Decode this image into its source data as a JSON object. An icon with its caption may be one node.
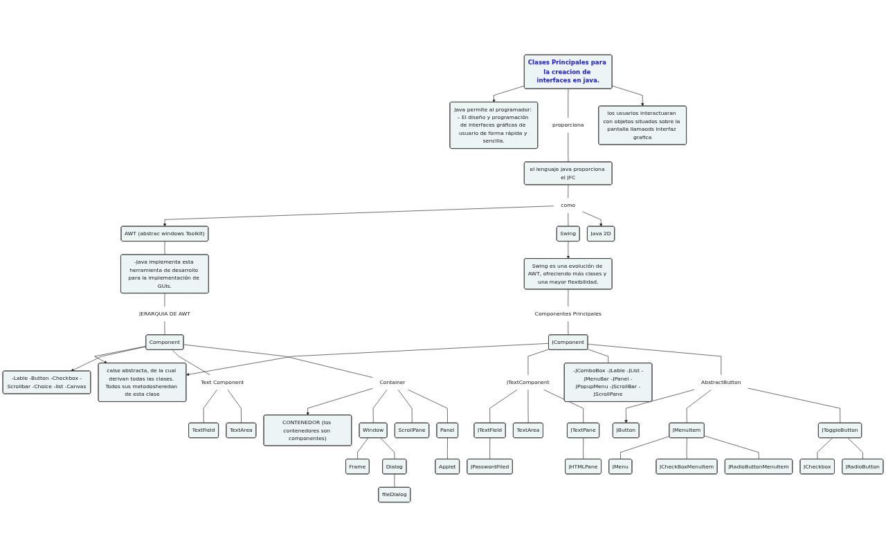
{
  "diagram": {
    "nodes": [
      {
        "text": [
          "Clases Principales para la creacion de interfaces en java."
        ]
      },
      {
        "text": [
          "Java permite al programador: – El diseño y programación de interfaces gráficas de usuario de forma rápida y sencilla."
        ]
      },
      {
        "text": [
          "proporciona"
        ]
      },
      {
        "text": [
          "los usuarios interactuaran con objetos situados sobre la pantalla llamaods interfaz grafica"
        ]
      },
      {
        "text": [
          "el lenguaje java proporciona el JFC"
        ]
      },
      {
        "text": [
          "como"
        ]
      },
      {
        "text": [
          "AWT (abstrac windows Toolkit)"
        ]
      },
      {
        "text": [
          "Swing"
        ]
      },
      {
        "text": [
          "Java 2D"
        ]
      },
      {
        "text": [
          "-Java implementa esta herramienta de desarrollo para la implementación de GUIs."
        ]
      },
      {
        "text": [
          "Swing es una evolución de AWT, ofreciendo más clases y una mayor flexibilidad."
        ]
      },
      {
        "text": [
          "Componentes Principales"
        ]
      },
      {
        "text": [
          "calse abstracta, de la cual derivan todas las clases. Todos sus metodosheredan de esta clase"
        ]
      },
      {
        "text": [
          "JERARQUIA DE AWT"
        ]
      },
      {
        "text": [
          "JComponent"
        ]
      },
      {
        "text": [
          "Component"
        ]
      },
      {
        "text": [
          "-Lable -Button -Checkbox -Scrollbar -Choice -list -Canvas"
        ]
      },
      {
        "text": [
          "JTextComponent"
        ]
      },
      {
        "text": [
          "AbstractButton"
        ]
      },
      {
        "text": [
          "JButton"
        ]
      },
      {
        "text": [
          "Text Component"
        ]
      },
      {
        "text": [
          "JMenuItem"
        ]
      },
      {
        "text": [
          "JToggleButton"
        ]
      },
      {
        "text": [
          "JTextField"
        ]
      },
      {
        "text": [
          "TextArea"
        ]
      },
      {
        "text": [
          "JTextPane"
        ]
      },
      {
        "text": [
          "-JComboBox -JLable -JList -JMenuBar -JPanel -JPopupMenu -JScrollBar -JScrollPane"
        ]
      },
      {
        "text": [
          "JMenu"
        ]
      },
      {
        "text": [
          "JCheckbox"
        ]
      },
      {
        "text": [
          "TextField"
        ]
      },
      {
        "text": [
          "TextArea"
        ]
      },
      {
        "text": [
          "JPasswordFiled"
        ]
      },
      {
        "text": [
          "JHTMLPane"
        ]
      },
      {
        "text": [
          "Container"
        ]
      },
      {
        "text": [
          "CONTENEDOR (los contenedores son componentes)"
        ]
      },
      {
        "text": [
          "JCheckBoxMenuItem"
        ]
      },
      {
        "text": [
          "JRadioButton"
        ]
      },
      {
        "text": [
          "Window"
        ]
      },
      {
        "text": [
          "ScrollPane"
        ]
      },
      {
        "text": [
          "Panel"
        ]
      },
      {
        "text": [
          "Frame"
        ]
      },
      {
        "text": [
          "Dialog"
        ]
      },
      {
        "text": [
          "JRadioButtonMenuItem"
        ]
      },
      {
        "text": [
          "Applet"
        ]
      },
      {
        "text": [
          "fileDialog"
        ]
      }
    ],
    "edges": [
      {
        "from": 0,
        "to": 1,
        "arrow": "to"
      },
      {
        "from": 0,
        "to": 2,
        "arrow": "none"
      },
      {
        "from": 0,
        "to": 3,
        "arrow": "to"
      },
      {
        "from": 2,
        "to": 4,
        "arrow": "none"
      },
      {
        "from": 4,
        "to": 5,
        "arrow": "none"
      },
      {
        "from": 5,
        "to": 6,
        "arrow": "to"
      },
      {
        "from": 5,
        "to": 7,
        "arrow": "none"
      },
      {
        "from": 5,
        "to": 8,
        "arrow": "to"
      },
      {
        "from": 6,
        "to": 9,
        "arrow": "none"
      },
      {
        "from": 7,
        "to": 10,
        "arrow": "to"
      },
      {
        "from": 10,
        "to": 11,
        "arrow": "none"
      },
      {
        "from": 9,
        "to": 13,
        "arrow": "none"
      },
      {
        "from": 11,
        "to": 14,
        "arrow": "none"
      },
      {
        "from": 13,
        "to": 15,
        "arrow": "none"
      },
      {
        "from": 14,
        "to": 12,
        "arrow": "to"
      },
      {
        "from": 15,
        "to": 12,
        "arrow": "to"
      },
      {
        "from": 15,
        "to": 16,
        "arrow": "to"
      },
      {
        "from": 14,
        "to": 17,
        "arrow": "none"
      },
      {
        "from": 14,
        "to": 26,
        "arrow": "none"
      },
      {
        "from": 14,
        "to": 18,
        "arrow": "none"
      },
      {
        "from": 18,
        "to": 19,
        "arrow": "to"
      },
      {
        "from": 15,
        "to": 20,
        "arrow": "none"
      },
      {
        "from": 15,
        "to": 33,
        "arrow": "none"
      },
      {
        "from": 18,
        "to": 21,
        "arrow": "none"
      },
      {
        "from": 18,
        "to": 22,
        "arrow": "none"
      },
      {
        "from": 17,
        "to": 23,
        "arrow": "none"
      },
      {
        "from": 17,
        "to": 24,
        "arrow": "none"
      },
      {
        "from": 17,
        "to": 25,
        "arrow": "none"
      },
      {
        "from": 21,
        "to": 27,
        "arrow": "none"
      },
      {
        "from": 22,
        "to": 28,
        "arrow": "none"
      },
      {
        "from": 20,
        "to": 29,
        "arrow": "none"
      },
      {
        "from": 20,
        "to": 30,
        "arrow": "none"
      },
      {
        "from": 23,
        "to": 31,
        "arrow": "none"
      },
      {
        "from": 25,
        "to": 32,
        "arrow": "none"
      },
      {
        "from": 33,
        "to": 34,
        "arrow": "to"
      },
      {
        "from": 21,
        "to": 35,
        "arrow": "none"
      },
      {
        "from": 22,
        "to": 36,
        "arrow": "none"
      },
      {
        "from": 33,
        "to": 37,
        "arrow": "none"
      },
      {
        "from": 33,
        "to": 38,
        "arrow": "none"
      },
      {
        "from": 33,
        "to": 39,
        "arrow": "none"
      },
      {
        "from": 37,
        "to": 40,
        "arrow": "none"
      },
      {
        "from": 37,
        "to": 41,
        "arrow": "none"
      },
      {
        "from": 21,
        "to": 42,
        "arrow": "none"
      },
      {
        "from": 39,
        "to": 43,
        "arrow": "none"
      },
      {
        "from": 41,
        "to": 44,
        "arrow": "none"
      }
    ]
  }
}
